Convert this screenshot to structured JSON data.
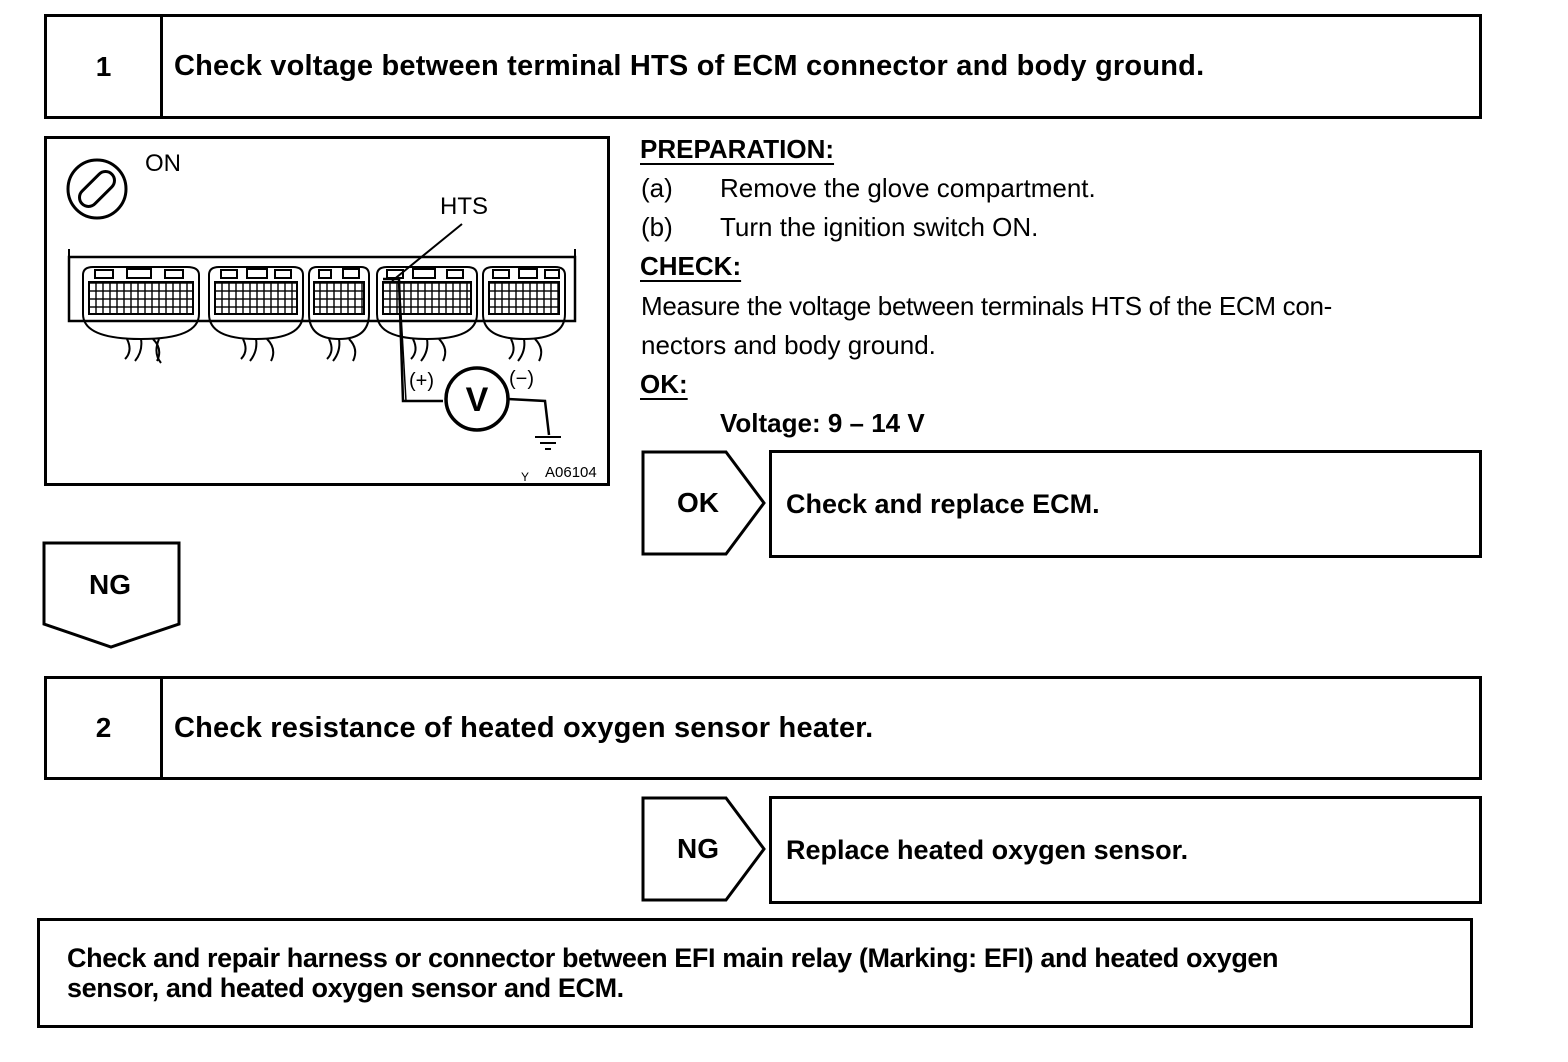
{
  "step1": {
    "number": "1",
    "title": "Check voltage between terminal HTS of ECM connector and body ground."
  },
  "illustration": {
    "ignition_label": "ON",
    "terminal_label": "HTS",
    "plus_label": "(+)",
    "minus_label": "(−)",
    "meter_label": "V",
    "figure_code": "A06104",
    "corner_mark": "Y"
  },
  "procedure": {
    "preparation_header": "PREPARATION:",
    "prep_a_label": "(a)",
    "prep_a_text": "Remove the glove compartment.",
    "prep_b_label": "(b)",
    "prep_b_text": "Turn the ignition switch ON.",
    "check_header": "CHECK:",
    "check_line1": "Measure the voltage between terminals HTS of the ECM con-",
    "check_line2": "nectors and body ground.",
    "ok_header": "OK:",
    "ok_value": "Voltage: 9 – 14 V"
  },
  "result_ok": {
    "label": "OK",
    "text": "Check and replace ECM."
  },
  "flow_ng": {
    "label": "NG"
  },
  "step2": {
    "number": "2",
    "title": "Check resistance of heated oxygen sensor heater."
  },
  "result_ng": {
    "label": "NG",
    "text": "Replace heated oxygen sensor."
  },
  "final": {
    "line1": "Check and repair harness or connector between EFI main relay (Marking: EFI) and heated oxygen",
    "line2": "sensor, and heated oxygen sensor and ECM."
  }
}
